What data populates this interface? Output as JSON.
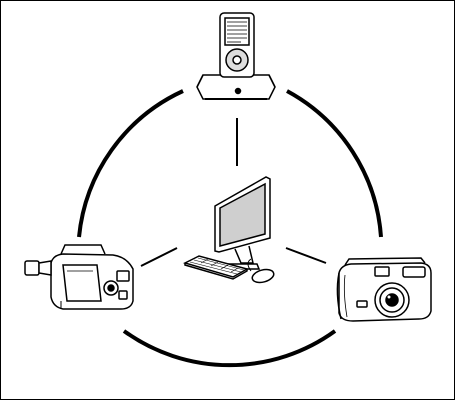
{
  "diagram": {
    "background": "#ffffff",
    "stroke_color": "#000000",
    "hub": {
      "icon": "desktop-computer-icon"
    },
    "devices": [
      {
        "id": "ipod",
        "icon": "ipod-dock-icon"
      },
      {
        "id": "camcorder",
        "icon": "camcorder-icon"
      },
      {
        "id": "camera",
        "icon": "digital-camera-icon"
      }
    ],
    "connections": [
      {
        "from": "computer",
        "to": "ipod"
      },
      {
        "from": "computer",
        "to": "camcorder"
      },
      {
        "from": "computer",
        "to": "camera"
      }
    ],
    "ring": {
      "segments": 3
    }
  }
}
